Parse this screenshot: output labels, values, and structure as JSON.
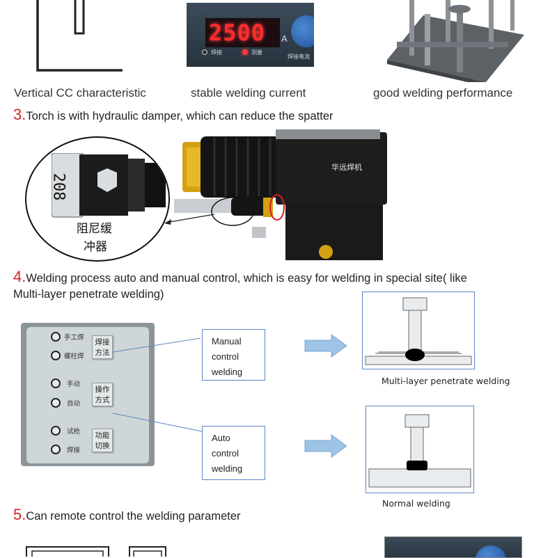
{
  "top": {
    "captions": [
      "Vertical CC characteristic",
      "stable welding current",
      "good welding performance"
    ],
    "display_value": "2500",
    "display_unit": "A",
    "panel_labels": [
      "焊接",
      "测量",
      "焊接电流"
    ]
  },
  "section3": {
    "num": "3.",
    "text": "Torch is with hydraulic damper, which can reduce the spatter",
    "damper_label_line1": "阻尼缓",
    "damper_label_line2": "冲器",
    "damper_number": "208",
    "torch_brand": "华远焊机"
  },
  "section4": {
    "num": "4.",
    "text_line1": "Welding process auto and manual control, which is easy for welding in special site( like",
    "text_line2": "Multi-layer penetrate welding)",
    "panel": {
      "leds": [
        "手工焊",
        "螺柱焊",
        "手动",
        "自动",
        "试枪",
        "焊接"
      ],
      "buttons": [
        {
          "line1": "焊接",
          "line2": "方法"
        },
        {
          "line1": "操作",
          "line2": "方式"
        },
        {
          "line1": "功能",
          "line2": "切换"
        }
      ]
    },
    "manual_box": [
      "Manual",
      "control",
      "welding"
    ],
    "auto_box": [
      "Auto",
      "control",
      "welding"
    ],
    "caption_multi": "Multi-layer penetrate welding",
    "caption_normal": "Normal welding",
    "colors": {
      "arrow": "#9dc3e6",
      "box_border": "#5a86c4",
      "accent": "#d2232a"
    }
  },
  "section5": {
    "num": "5.",
    "text": "Can remote control the welding parameter"
  }
}
